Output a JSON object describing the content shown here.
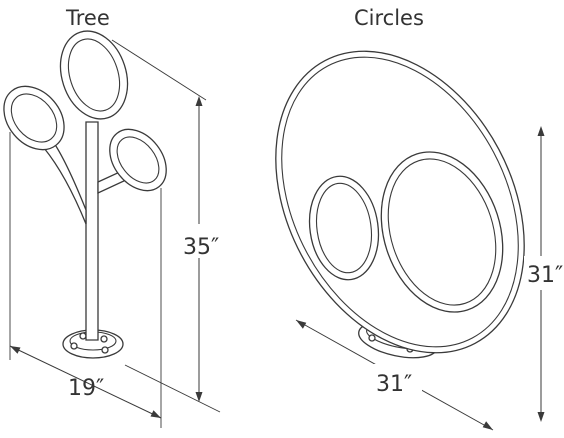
{
  "tree": {
    "title": "Tree",
    "height_label": "35″",
    "width_label": "19″"
  },
  "circles": {
    "title": "Circles",
    "height_label": "31″",
    "width_label": "31″"
  },
  "colors": {
    "line": "#3a3a3a",
    "text": "#333333",
    "background": "#ffffff"
  }
}
